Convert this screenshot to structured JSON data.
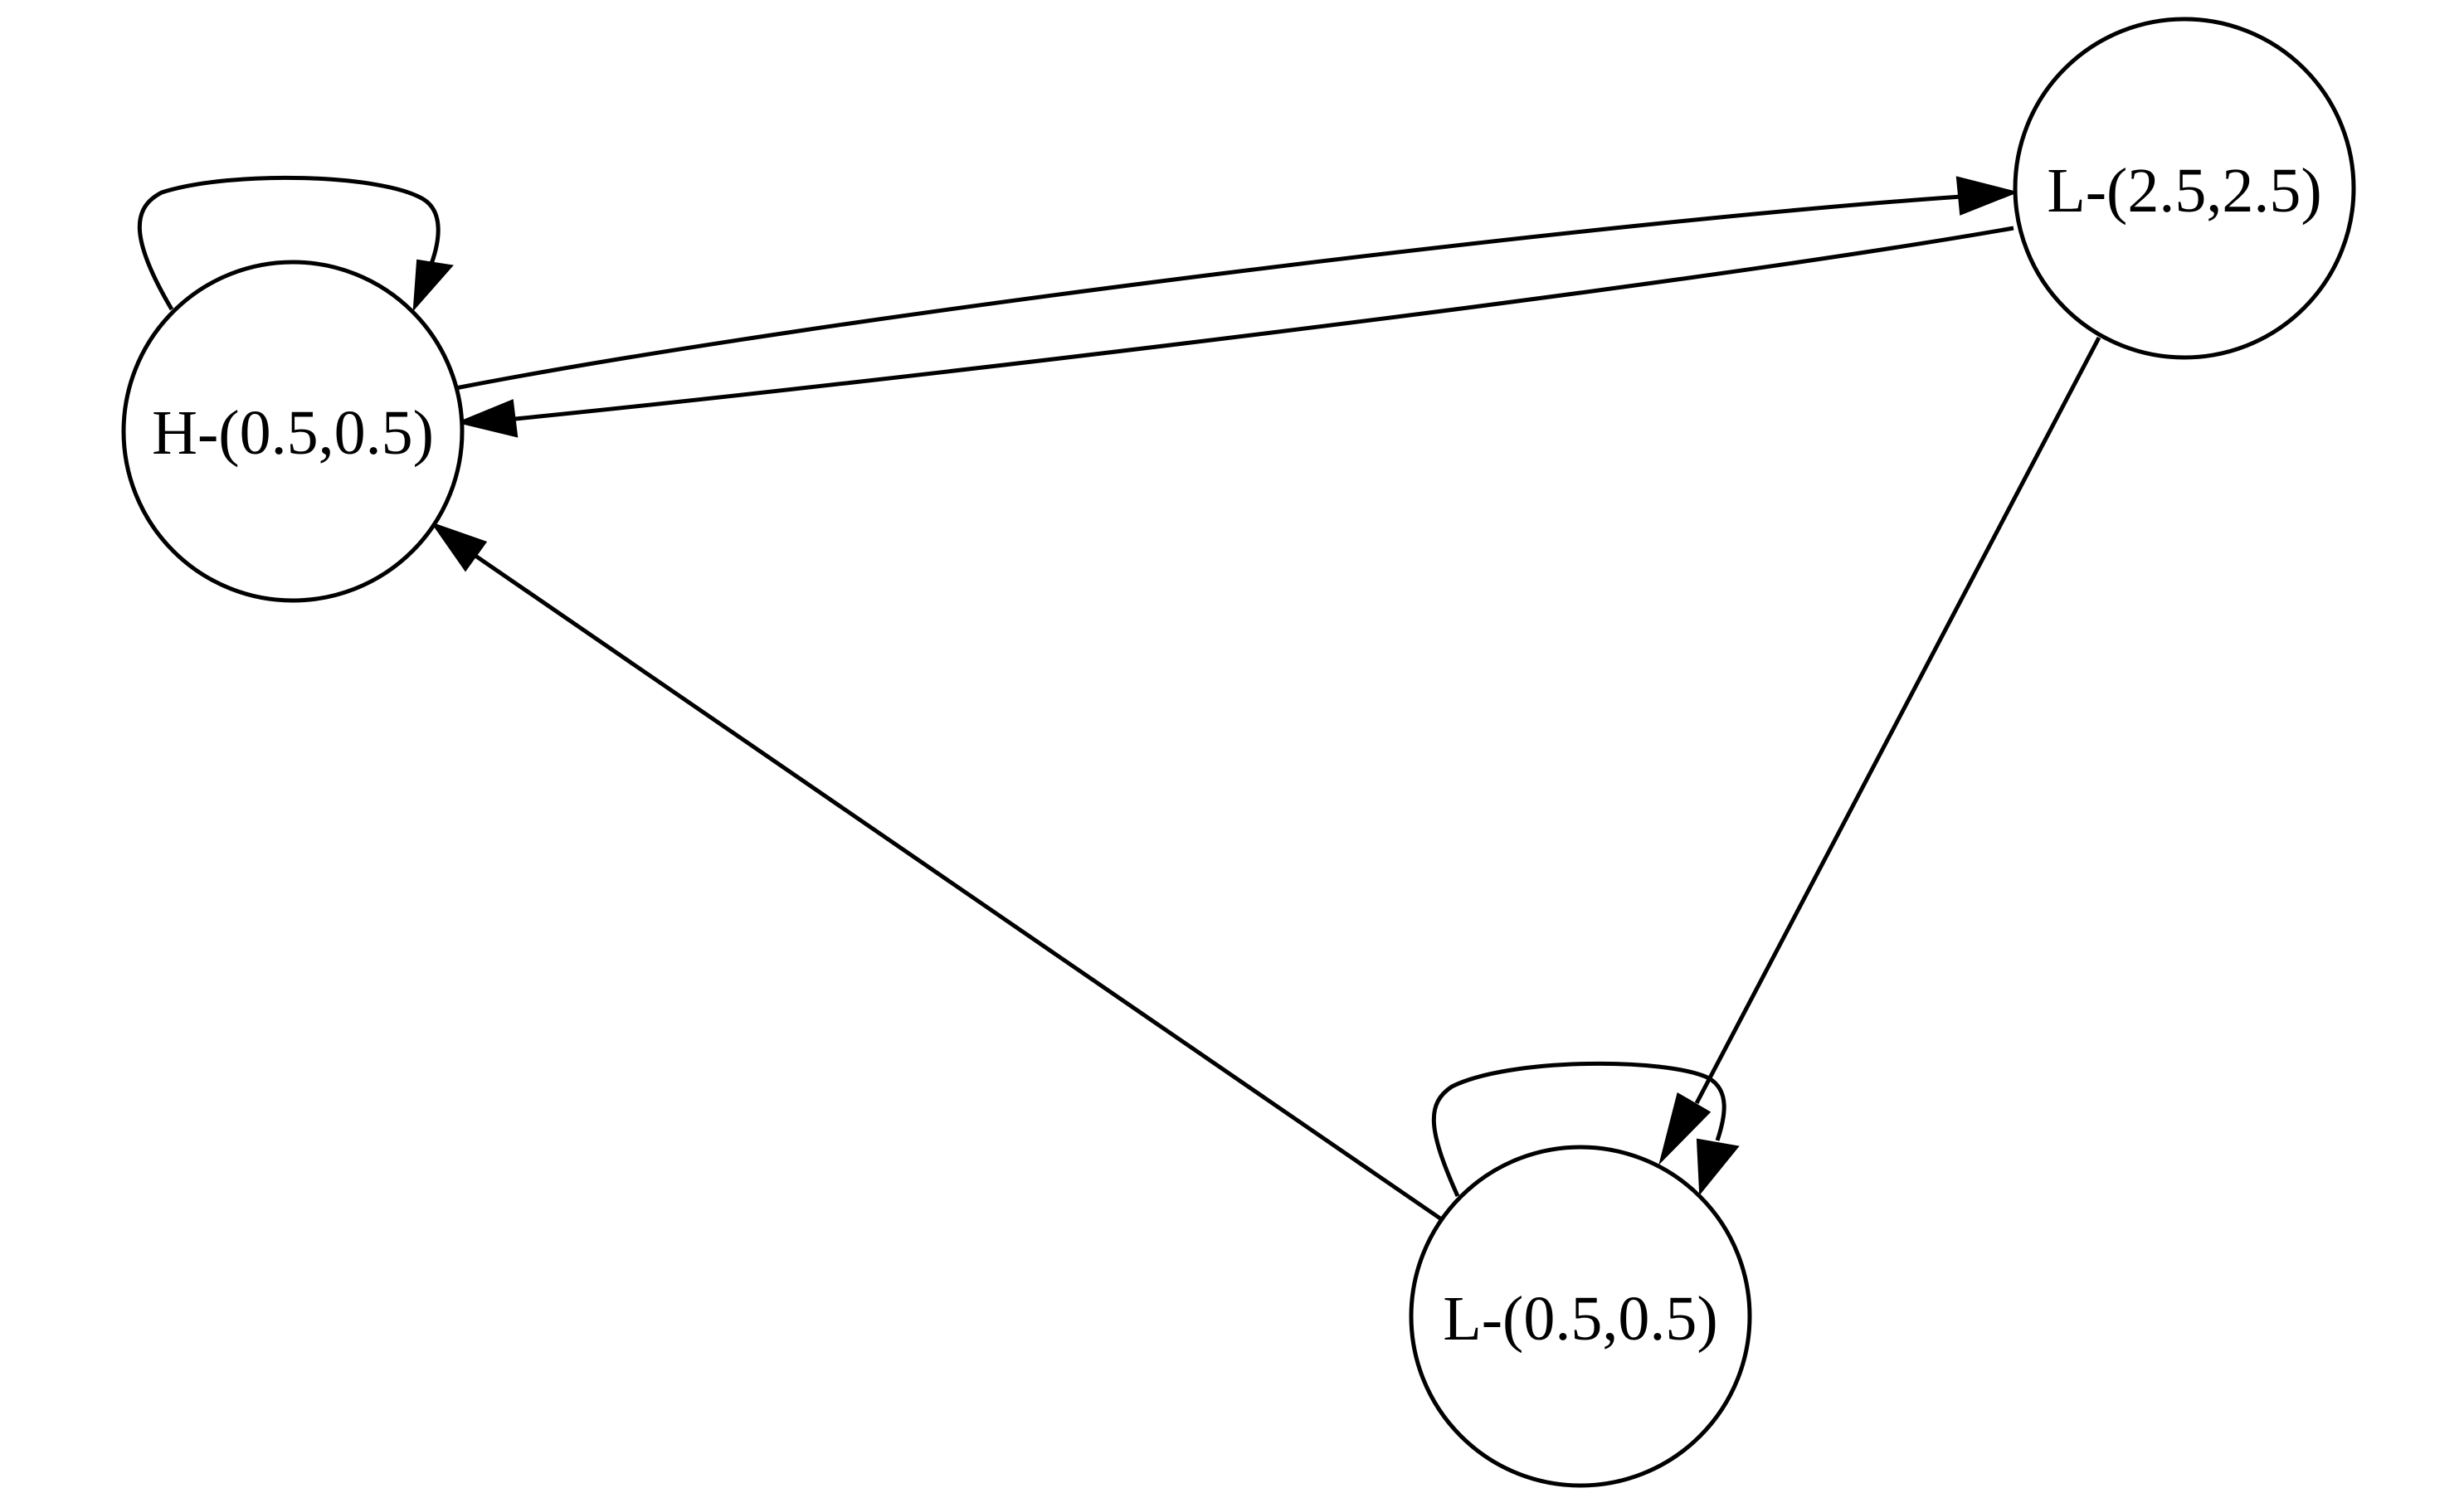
{
  "diagram": {
    "type": "directed-graph",
    "nodes": [
      {
        "id": "h05",
        "label": "H-(0.5,0.5)"
      },
      {
        "id": "l25",
        "label": "L-(2.5,2.5)"
      },
      {
        "id": "l05",
        "label": "L-(0.5,0.5)"
      }
    ],
    "edges": [
      {
        "from": "h05",
        "to": "h05"
      },
      {
        "from": "h05",
        "to": "l25"
      },
      {
        "from": "l25",
        "to": "h05"
      },
      {
        "from": "l25",
        "to": "l05"
      },
      {
        "from": "l05",
        "to": "l05"
      },
      {
        "from": "l05",
        "to": "h05"
      }
    ],
    "colors": {
      "stroke": "#000000",
      "background": "#ffffff"
    }
  }
}
